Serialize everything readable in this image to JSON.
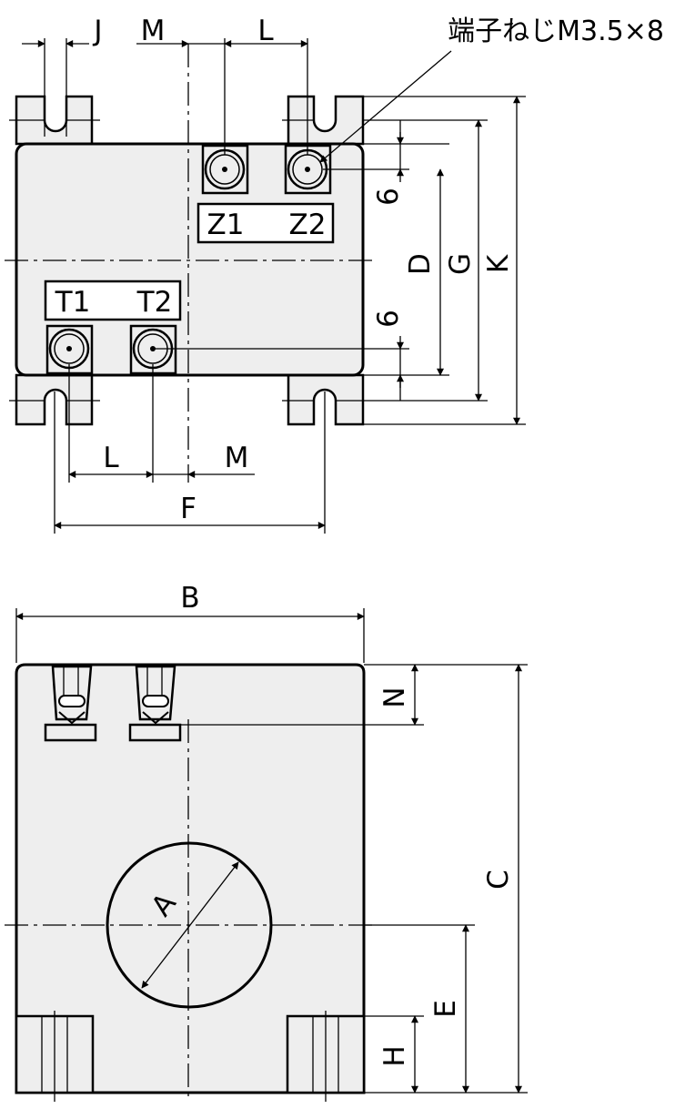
{
  "terminal_note": "端子ねじM3.5×8",
  "top_view": {
    "dims": {
      "J": "J",
      "M_top": "M",
      "L_top": "L",
      "L_bottom": "L",
      "M_bottom": "M",
      "F": "F",
      "six_upper": "6",
      "six_lower": "6",
      "D": "D",
      "G": "G",
      "K": "K"
    },
    "terminals": {
      "Z1": "Z1",
      "Z2": "Z2",
      "T1": "T1",
      "T2": "T2"
    }
  },
  "front_view": {
    "dims": {
      "B": "B",
      "N": "N",
      "C": "C",
      "E": "E",
      "H": "H",
      "A": "A"
    }
  }
}
